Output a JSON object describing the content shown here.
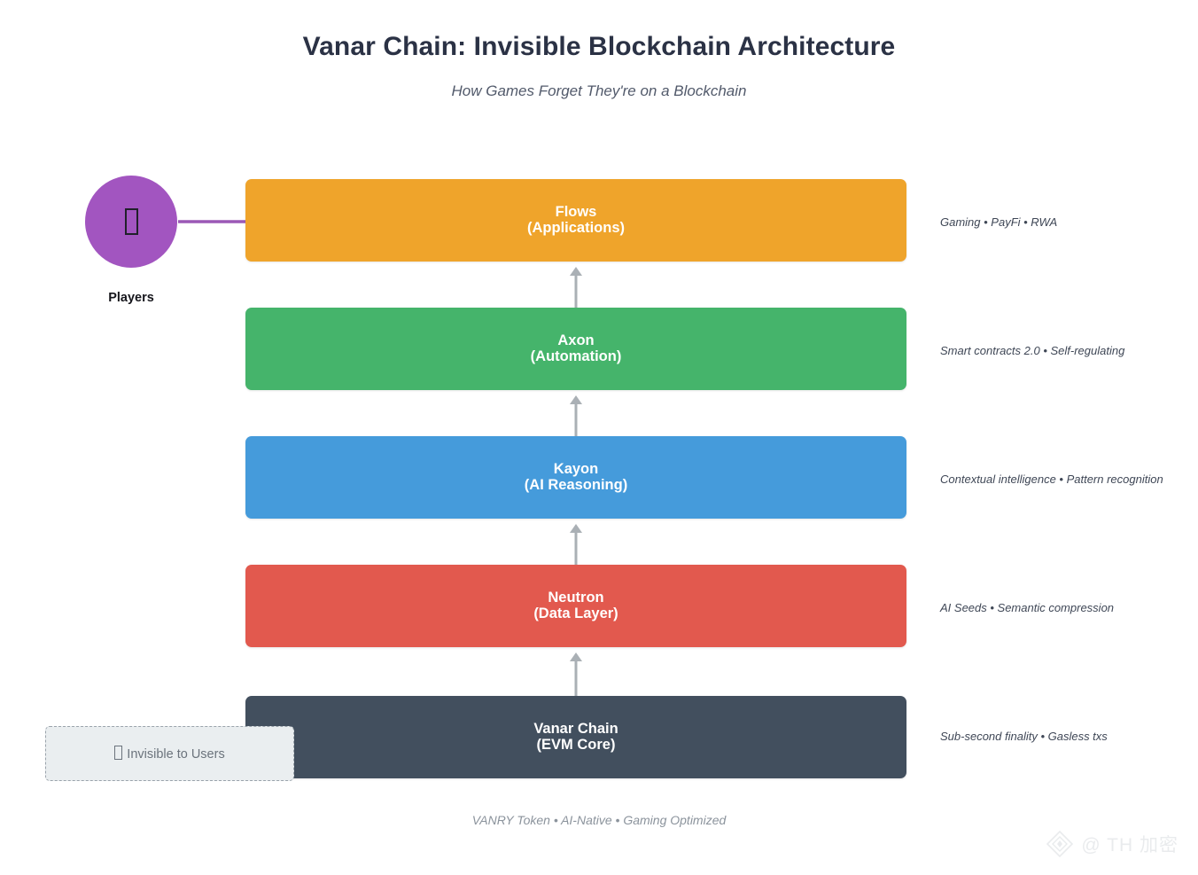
{
  "header": {
    "title": "Vanar Chain: Invisible Blockchain Architecture",
    "subtitle": "How Games Forget They're on a Blockchain"
  },
  "actor": {
    "label": "Players",
    "glyph": "missing-glyph-box",
    "circle_color": "#a255c0",
    "arrow_color": "#9b59b6"
  },
  "layers": [
    {
      "name": "Flows",
      "sublabel": "(Applications)",
      "note": "Gaming • PayFi • RWA",
      "color": "#efa42b"
    },
    {
      "name": "Axon",
      "sublabel": "(Automation)",
      "note": "Smart contracts 2.0 • Self-regulating",
      "color": "#45b46b"
    },
    {
      "name": "Kayon",
      "sublabel": "(AI Reasoning)",
      "note": "Contextual intelligence • Pattern recognition",
      "color": "#459bdb"
    },
    {
      "name": "Neutron",
      "sublabel": "(Data Layer)",
      "note": "AI Seeds • Semantic compression",
      "color": "#e2594e"
    },
    {
      "name": "Vanar Chain",
      "sublabel": "(EVM Core)",
      "note": "Sub-second finality • Gasless txs",
      "color": "#424f5e"
    }
  ],
  "callout": {
    "text": "Invisible to Users",
    "glyph": "missing-glyph-box"
  },
  "footer": {
    "note": "VANRY Token • AI-Native • Gaming Optimized"
  },
  "watermark": {
    "text": "@ TH 加密",
    "icon": "diamond-logo-icon"
  },
  "flow_arrow_color": "#aab0b5"
}
